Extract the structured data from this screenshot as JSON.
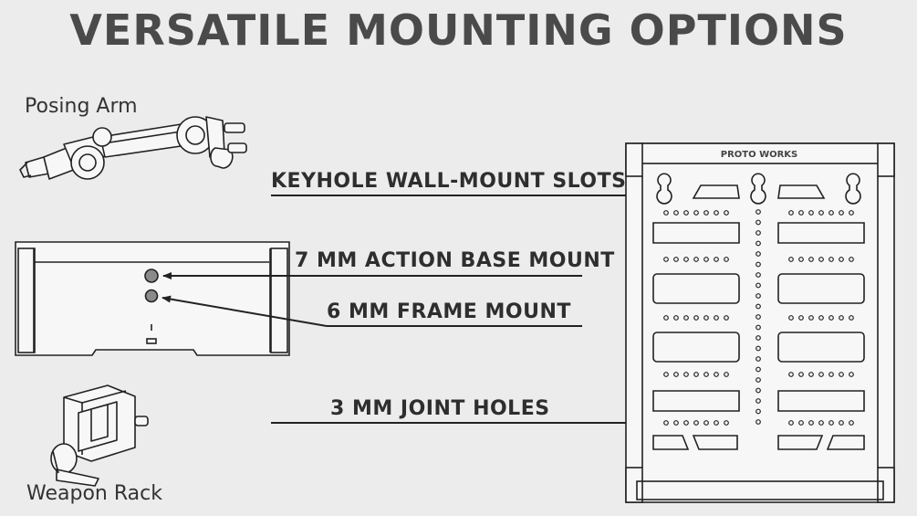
{
  "title": "VERSATILE MOUNTING OPTIONS",
  "labels": {
    "posing_arm": "Posing Arm",
    "weapon_rack": "Weapon Rack"
  },
  "callouts": {
    "keyhole": "KEYHOLE WALL-MOUNT SLOTS",
    "action_base": "7 MM ACTION BASE MOUNT",
    "frame_mount": "6 MM FRAME MOUNT",
    "joint_holes": "3 MM JOINT HOLES"
  },
  "panel": {
    "brand": "PROTO WORKS"
  },
  "colors": {
    "background": "#ececec",
    "line": "#222222",
    "part_fill": "#f7f7f7",
    "mount_hole": "#8a8a8a"
  }
}
